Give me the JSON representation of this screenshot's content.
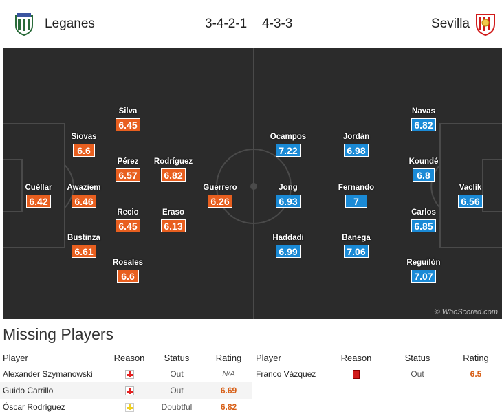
{
  "header": {
    "home_team": "Leganes",
    "away_team": "Sevilla",
    "home_formation": "3-4-2-1",
    "away_formation": "4-3-3"
  },
  "pitch": {
    "watermark": "© WhoScored.com",
    "home_players": [
      {
        "name": "Cuéllar",
        "rating": "6.42"
      },
      {
        "name": "Siovas",
        "rating": "6.6"
      },
      {
        "name": "Awaziem",
        "rating": "6.46"
      },
      {
        "name": "Bustinza",
        "rating": "6.61"
      },
      {
        "name": "Silva",
        "rating": "6.45"
      },
      {
        "name": "Pérez",
        "rating": "6.57"
      },
      {
        "name": "Recio",
        "rating": "6.45"
      },
      {
        "name": "Rosales",
        "rating": "6.6"
      },
      {
        "name": "Rodríguez",
        "rating": "6.82"
      },
      {
        "name": "Eraso",
        "rating": "6.13"
      },
      {
        "name": "Guerrero",
        "rating": "6.26"
      }
    ],
    "away_players": [
      {
        "name": "Vaclík",
        "rating": "6.56"
      },
      {
        "name": "Navas",
        "rating": "6.82"
      },
      {
        "name": "Koundé",
        "rating": "6.8"
      },
      {
        "name": "Carlos",
        "rating": "6.85"
      },
      {
        "name": "Reguilón",
        "rating": "7.07"
      },
      {
        "name": "Jordán",
        "rating": "6.98"
      },
      {
        "name": "Fernando",
        "rating": "7"
      },
      {
        "name": "Banega",
        "rating": "7.06"
      },
      {
        "name": "Ocampos",
        "rating": "7.22"
      },
      {
        "name": "Jong",
        "rating": "6.93"
      },
      {
        "name": "Haddadi",
        "rating": "6.99"
      }
    ]
  },
  "missing": {
    "title": "Missing Players",
    "columns": {
      "player": "Player",
      "reason": "Reason",
      "status": "Status",
      "rating": "Rating"
    },
    "home": [
      {
        "player": "Alexander Szymanowski",
        "reason_icon": "injury-icon",
        "status": "Out",
        "rating": "N/A"
      },
      {
        "player": "Guido Carrillo",
        "reason_icon": "injury-icon",
        "status": "Out",
        "rating": "6.69"
      },
      {
        "player": "Óscar Rodríguez",
        "reason_icon": "doubtful-icon",
        "status": "Doubtful",
        "rating": "6.82"
      }
    ],
    "away": [
      {
        "player": "Franco Vázquez",
        "reason_icon": "red-card-icon",
        "status": "Out",
        "rating": "6.5"
      }
    ]
  },
  "colors": {
    "home_rating": "#e85f1f",
    "away_rating": "#1a8ad6",
    "pitch": "#2b2b2b",
    "pitch_lines": "#4a4a4a"
  }
}
